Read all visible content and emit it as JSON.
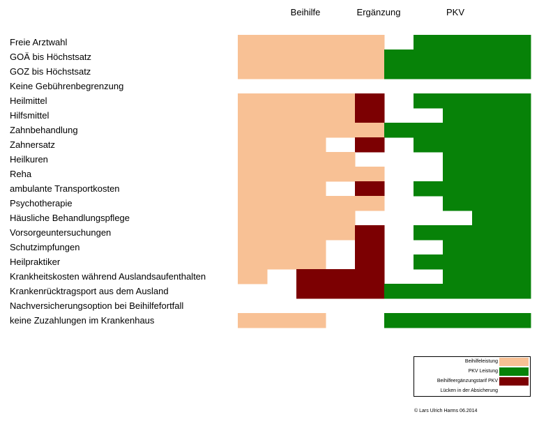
{
  "colors": {
    "beihilfe": "#f8c195",
    "pkv": "#078208",
    "ergaenzung": "#7c0002",
    "luecke": "#ffffff"
  },
  "chart_data": {
    "type": "table",
    "columns": [
      "Beihilfe",
      "Ergänzung",
      "PKV"
    ],
    "cells_per_row": 10,
    "rows": [
      {
        "label": "Freie Arztwahl",
        "cells": [
          "B",
          "B",
          "B",
          "B",
          "B",
          "L",
          "P",
          "P",
          "P",
          "P"
        ]
      },
      {
        "label": "GOÄ bis Höchstsatz",
        "cells": [
          "B",
          "B",
          "B",
          "B",
          "B",
          "P",
          "P",
          "P",
          "P",
          "P"
        ]
      },
      {
        "label": "GOZ  bis Höchstsatz",
        "cells": [
          "B",
          "B",
          "B",
          "B",
          "B",
          "P",
          "P",
          "P",
          "P",
          "P"
        ]
      },
      {
        "label": "Keine Gebührenbegrenzung",
        "cells": [
          "L",
          "L",
          "L",
          "L",
          "L",
          "L",
          "L",
          "L",
          "L",
          "L"
        ]
      },
      {
        "label": "Heilmittel",
        "cells": [
          "B",
          "B",
          "B",
          "B",
          "E",
          "L",
          "P",
          "P",
          "P",
          "P"
        ]
      },
      {
        "label": "Hilfsmittel",
        "cells": [
          "B",
          "B",
          "B",
          "B",
          "E",
          "L",
          "L",
          "P",
          "P",
          "P"
        ]
      },
      {
        "label": "Zahnbehandlung",
        "cells": [
          "B",
          "B",
          "B",
          "B",
          "B",
          "P",
          "P",
          "P",
          "P",
          "P"
        ]
      },
      {
        "label": "Zahnersatz",
        "cells": [
          "B",
          "B",
          "B",
          "L",
          "E",
          "L",
          "P",
          "P",
          "P",
          "P"
        ]
      },
      {
        "label": "Heilkuren",
        "cells": [
          "B",
          "B",
          "B",
          "B",
          "L",
          "L",
          "L",
          "P",
          "P",
          "P"
        ]
      },
      {
        "label": "Reha",
        "cells": [
          "B",
          "B",
          "B",
          "B",
          "B",
          "L",
          "L",
          "P",
          "P",
          "P"
        ]
      },
      {
        "label": "ambulante Transportkosten",
        "cells": [
          "B",
          "B",
          "B",
          "L",
          "E",
          "L",
          "P",
          "P",
          "P",
          "P"
        ]
      },
      {
        "label": "Psychotherapie",
        "cells": [
          "B",
          "B",
          "B",
          "B",
          "B",
          "L",
          "L",
          "P",
          "P",
          "P"
        ]
      },
      {
        "label": "Häusliche Behandlungspflege",
        "cells": [
          "B",
          "B",
          "B",
          "B",
          "L",
          "L",
          "L",
          "L",
          "P",
          "P"
        ]
      },
      {
        "label": "Vorsorgeuntersuchungen",
        "cells": [
          "B",
          "B",
          "B",
          "B",
          "E",
          "L",
          "P",
          "P",
          "P",
          "P"
        ]
      },
      {
        "label": "Schutzimpfungen",
        "cells": [
          "B",
          "B",
          "B",
          "L",
          "E",
          "L",
          "L",
          "P",
          "P",
          "P"
        ]
      },
      {
        "label": "Heilpraktiker",
        "cells": [
          "B",
          "B",
          "B",
          "L",
          "E",
          "L",
          "P",
          "P",
          "P",
          "P"
        ]
      },
      {
        "label": "Krankheitskosten während Auslandsaufenthalten",
        "cells": [
          "B",
          "L",
          "E",
          "E",
          "E",
          "L",
          "L",
          "P",
          "P",
          "P"
        ]
      },
      {
        "label": "Krankenrücktragsport aus dem Ausland",
        "cells": [
          "L",
          "L",
          "E",
          "E",
          "E",
          "P",
          "P",
          "P",
          "P",
          "P"
        ]
      },
      {
        "label": "Nachversicherungsoption bei Beihilfefortfall",
        "cells": [
          "L",
          "L",
          "L",
          "L",
          "L",
          "L",
          "L",
          "L",
          "L",
          "L"
        ]
      },
      {
        "label": "keine Zuzahlungen im Krankenhaus",
        "cells": [
          "B",
          "B",
          "B",
          "L",
          "L",
          "P",
          "P",
          "P",
          "P",
          "P"
        ]
      }
    ],
    "legend": [
      {
        "label": "Beihilfeleistung",
        "code": "B"
      },
      {
        "label": "PKV Leistung",
        "code": "P"
      },
      {
        "label": "Beihilfeergänzungstarif PKV",
        "code": "E"
      },
      {
        "label": "Lücken in der Absicherung",
        "code": "L"
      }
    ]
  },
  "copyright": "© Lars Ulrich Harms 06.2014"
}
